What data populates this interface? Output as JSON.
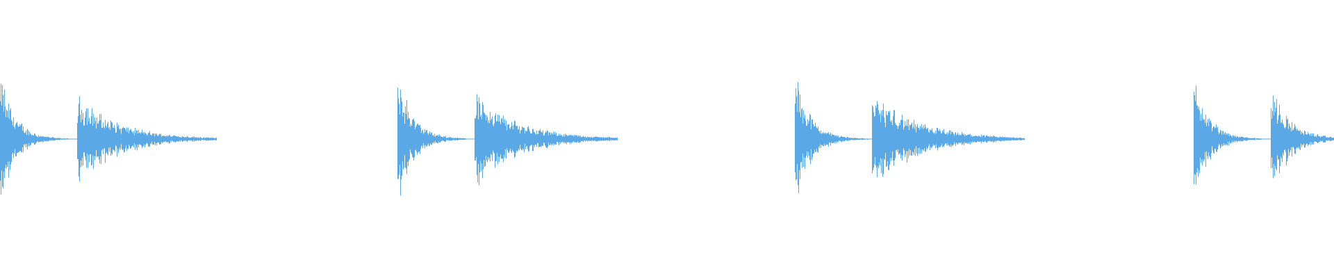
{
  "waveform": {
    "color": "#5aa9e6",
    "background": "#ffffff",
    "max_amplitude": 1.0,
    "repeats": [
      {
        "hits": [
          {
            "start": 0.0,
            "peak": 1.0,
            "decay": 0.19
          },
          {
            "start": 0.058,
            "peak": 0.66,
            "decay": 0.3
          }
        ],
        "tail_end": 0.162
      },
      {
        "hits": [
          {
            "start": 0.298,
            "peak": 1.0,
            "decay": 0.2
          },
          {
            "start": 0.356,
            "peak": 0.72,
            "decay": 0.3
          }
        ],
        "tail_end": 0.463
      },
      {
        "hits": [
          {
            "start": 0.596,
            "peak": 1.0,
            "decay": 0.2
          },
          {
            "start": 0.654,
            "peak": 0.7,
            "decay": 0.3
          }
        ],
        "tail_end": 0.768
      },
      {
        "hits": [
          {
            "start": 0.895,
            "peak": 0.92,
            "decay": 0.2
          },
          {
            "start": 0.953,
            "peak": 0.82,
            "decay": 0.3
          }
        ],
        "tail_end": 1.0
      }
    ]
  }
}
